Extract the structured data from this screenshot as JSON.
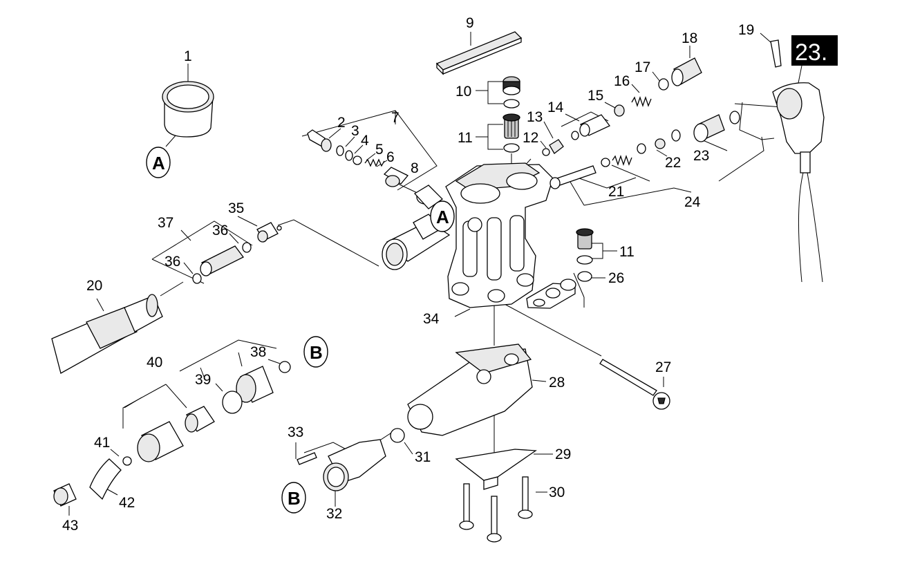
{
  "diagram": {
    "badge": "23.",
    "ref_a": "A",
    "ref_b": "B",
    "callouts": [
      "1",
      "2",
      "3",
      "4",
      "5",
      "6",
      "7",
      "8",
      "9",
      "10",
      "11",
      "12",
      "13",
      "14",
      "15",
      "16",
      "17",
      "18",
      "19",
      "20",
      "21",
      "22",
      "23",
      "24",
      "26",
      "27",
      "28",
      "29",
      "30",
      "31",
      "32",
      "33",
      "34",
      "35",
      "36",
      "37",
      "38",
      "39",
      "40",
      "41",
      "42",
      "43",
      "11",
      "23",
      "36"
    ]
  },
  "colors": {
    "line": "#000000",
    "background": "#ffffff",
    "badge_fill": "#000000",
    "badge_text": "#ffffff"
  }
}
